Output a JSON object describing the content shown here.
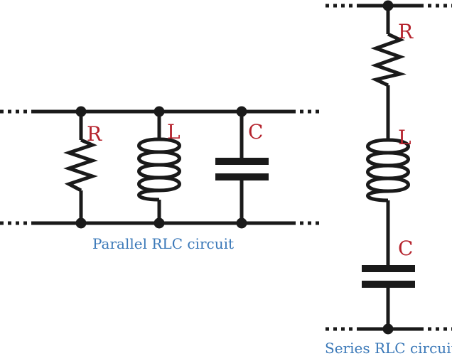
{
  "colors": {
    "wire": "#1a1a1a",
    "component_label": "#b5232d",
    "caption": "#3a78b8"
  },
  "parallel": {
    "caption": "Parallel RLC circuit",
    "labels": {
      "r": "R",
      "l": "L",
      "c": "C"
    }
  },
  "series": {
    "caption": "Series RLC circuit",
    "labels": {
      "r": "R",
      "l": "L",
      "c": "C"
    }
  }
}
